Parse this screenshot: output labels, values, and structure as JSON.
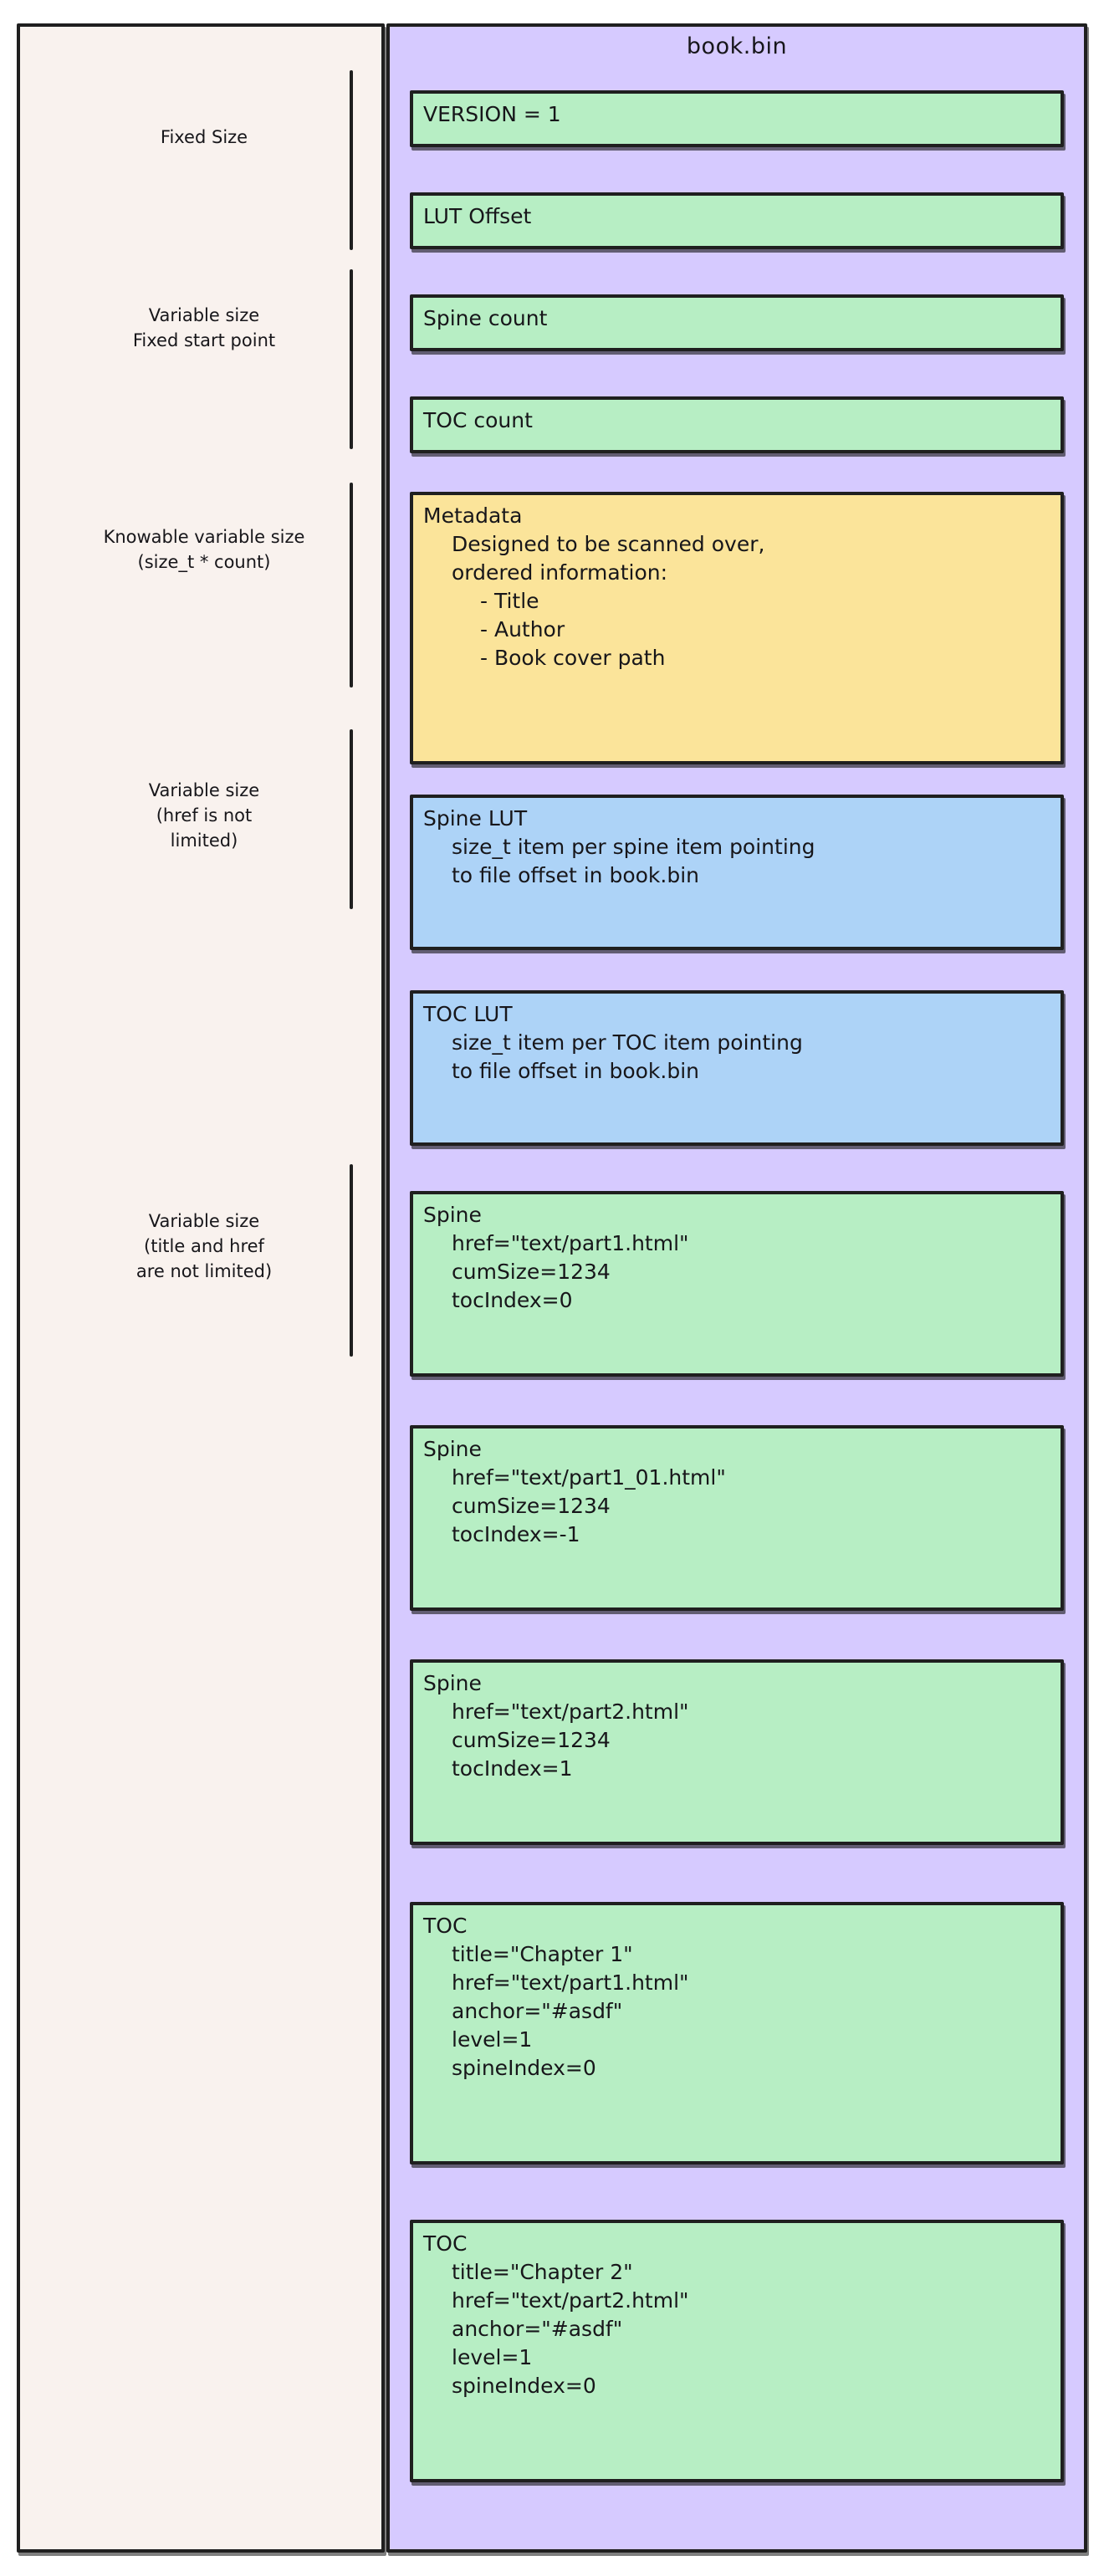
{
  "diagram": {
    "title": "book.bin",
    "colors": {
      "container": "#d6caff",
      "left_panel": "#f9f2ee",
      "green": "#b7eec4",
      "yellow": "#fbe49a",
      "blue": "#add3f7",
      "stroke": "#1f1f1f"
    }
  },
  "groups": [
    {
      "label": "Fixed Size"
    },
    {
      "label": "Variable size\nFixed start point"
    },
    {
      "label": "Knowable variable size\n(size_t * count)"
    },
    {
      "label": "Variable size\n(href is not\nlimited)"
    },
    {
      "label": "Variable size\n(title and href\nare not limited)"
    }
  ],
  "records": [
    {
      "name": "version",
      "color": "green",
      "head": "VERSION = 1",
      "lines": []
    },
    {
      "name": "lut-offset",
      "color": "green",
      "head": "LUT Offset",
      "lines": []
    },
    {
      "name": "spine-count",
      "color": "green",
      "head": "Spine count",
      "lines": []
    },
    {
      "name": "toc-count",
      "color": "green",
      "head": "TOC count",
      "lines": []
    },
    {
      "name": "metadata",
      "color": "yellow",
      "head": "Metadata",
      "lines": [
        "Designed to be scanned over,",
        "ordered information:"
      ],
      "bullets": [
        "- Title",
        "- Author",
        "- Book cover path"
      ]
    },
    {
      "name": "spine-lut",
      "color": "blue",
      "head": "Spine LUT",
      "lines": [
        "size_t item per spine item pointing",
        "to file offset in book.bin"
      ]
    },
    {
      "name": "toc-lut",
      "color": "blue",
      "head": "TOC LUT",
      "lines": [
        "size_t item per TOC item pointing",
        "to file offset in book.bin"
      ]
    },
    {
      "name": "spine-1",
      "color": "green",
      "head": "Spine",
      "lines": [
        "href=\"text/part1.html\"",
        "cumSize=1234",
        "tocIndex=0"
      ]
    },
    {
      "name": "spine-2",
      "color": "green",
      "head": "Spine",
      "lines": [
        "href=\"text/part1_01.html\"",
        "cumSize=1234",
        "tocIndex=-1"
      ]
    },
    {
      "name": "spine-3",
      "color": "green",
      "head": "Spine",
      "lines": [
        "href=\"text/part2.html\"",
        "cumSize=1234",
        "tocIndex=1"
      ]
    },
    {
      "name": "toc-1",
      "color": "green",
      "head": "TOC",
      "lines": [
        "title=\"Chapter 1\"",
        "href=\"text/part1.html\"",
        "anchor=\"#asdf\"",
        "level=1",
        "spineIndex=0"
      ]
    },
    {
      "name": "toc-2",
      "color": "green",
      "head": "TOC",
      "lines": [
        "title=\"Chapter 2\"",
        "href=\"text/part2.html\"",
        "anchor=\"#asdf\"",
        "level=1",
        "spineIndex=0"
      ]
    }
  ]
}
